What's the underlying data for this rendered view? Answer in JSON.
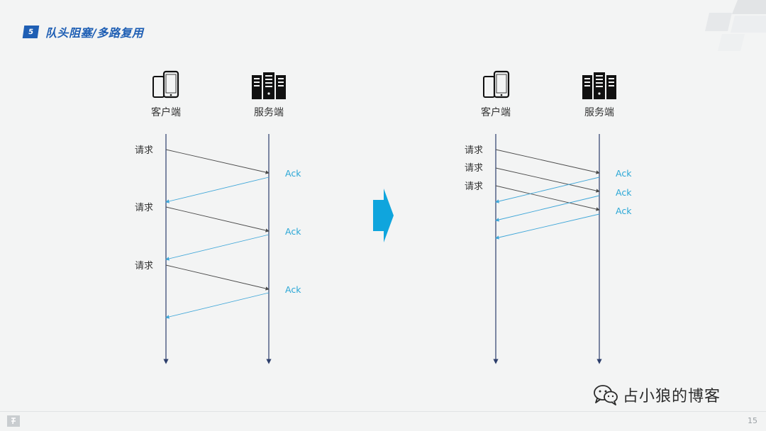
{
  "header": {
    "section_number": "5",
    "title": "队头阻塞/多路复用"
  },
  "footer": {
    "page_number": "15",
    "watermark": "占小狼的博客"
  },
  "labels": {
    "client": "客户端",
    "server": "服务端",
    "request": "请求",
    "ack": "Ack"
  },
  "colors": {
    "brand_blue": "#1f5fb4",
    "request_line": "#4a4a4a",
    "ack_line": "#3ea6d8",
    "ack_text": "#2aa7d6",
    "timeline": "#2c3e6b",
    "arrow_fill": "#0fa5dd"
  },
  "icons": {
    "client": "smartphone-icon",
    "server": "server-rack-icon",
    "transition": "right-arrow-icon",
    "watermark": "wechat-icon",
    "footer": "logo-icon"
  }
}
